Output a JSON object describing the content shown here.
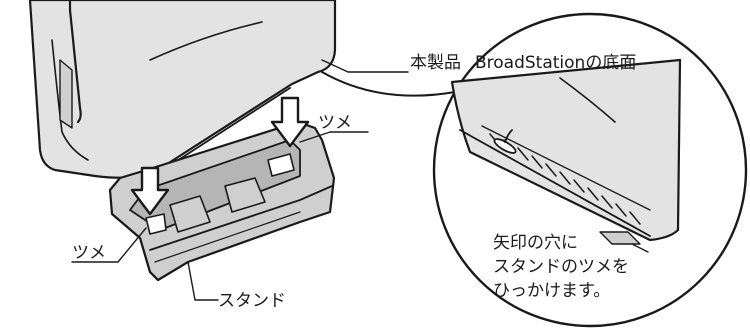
{
  "labels": {
    "product": "本製品",
    "bottom_view_title": "BroadStationの底面",
    "claw_right": "ツメ",
    "claw_left": "ツメ",
    "stand": "スタンド",
    "instruction_line1": "矢印の穴に",
    "instruction_line2": "スタンドのツメを",
    "instruction_line3": "ひっかけます。"
  },
  "colors": {
    "outline": "#1a1a1a",
    "device_fill": "#e3e3e3",
    "device_shade": "#d0d0d0",
    "stand_fill": "#cfcfcf",
    "stand_shade": "#b5b5b5",
    "arrow_fill": "#ffffff",
    "background": "#ffffff"
  }
}
